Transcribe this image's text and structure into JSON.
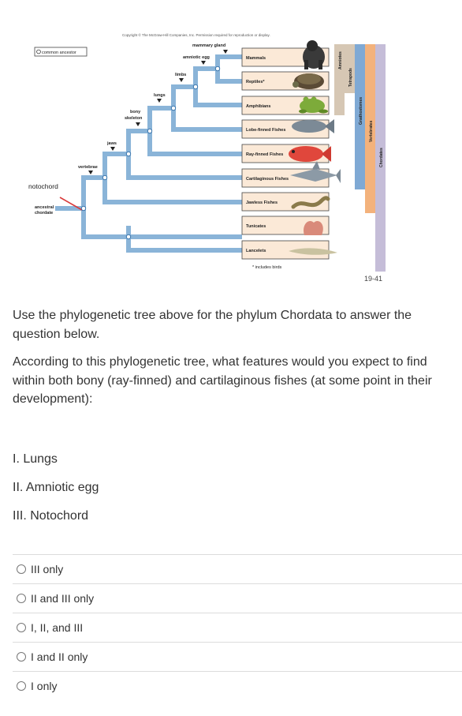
{
  "figure": {
    "copyright": "Copyright © The McGraw-Hill Companies, Inc. Permission required for reproduction or display.",
    "common_ancestor": "common ancestor",
    "traits": {
      "mammary_gland": "mammary gland",
      "amniotic_egg": "amniotic egg",
      "limbs": "limbs",
      "lungs": "lungs",
      "bony_skeleton_1": "bony",
      "bony_skeleton_2": "skeleton",
      "jaws": "jaws",
      "vertebrae": "vertebrae",
      "notochord": "notochord",
      "ancestral_1": "ancestral",
      "ancestral_2": "chordate"
    },
    "taxa": [
      "Mammals",
      "Reptiles*",
      "Amphibians",
      "Lobe-finned Fishes",
      "Ray-finned Fishes",
      "Cartilaginous Fishes",
      "Jawless Fishes",
      "Tunicates",
      "Lancelets"
    ],
    "groups": [
      "Amniotes",
      "Tetrapods",
      "Gnathostomes",
      "Vertebrates",
      "Chordates"
    ],
    "footnote": "* includes birds",
    "figure_number": "19-41"
  },
  "question": {
    "intro": "Use the phylogenetic tree above for the phylum Chordata to answer the question below.",
    "prompt": "According to this phylogenetic tree, what features would you expect to find within both bony (ray-finned) and cartilaginous fishes (at some point in their development):"
  },
  "items": [
    "I. Lungs",
    "II. Amniotic egg",
    "III. Notochord"
  ],
  "choices": [
    "III only",
    "II and III only",
    "I, II, and III",
    "I and II only",
    "I only"
  ],
  "colors": {
    "branch": "#8ab4d8",
    "taxon_box": "#fbe9d7",
    "amniotes": "#d6c7b4",
    "gnathostomes": "#7fa9d4",
    "vertebrates": "#f3b27c",
    "chordates": "#c5bdd8"
  }
}
